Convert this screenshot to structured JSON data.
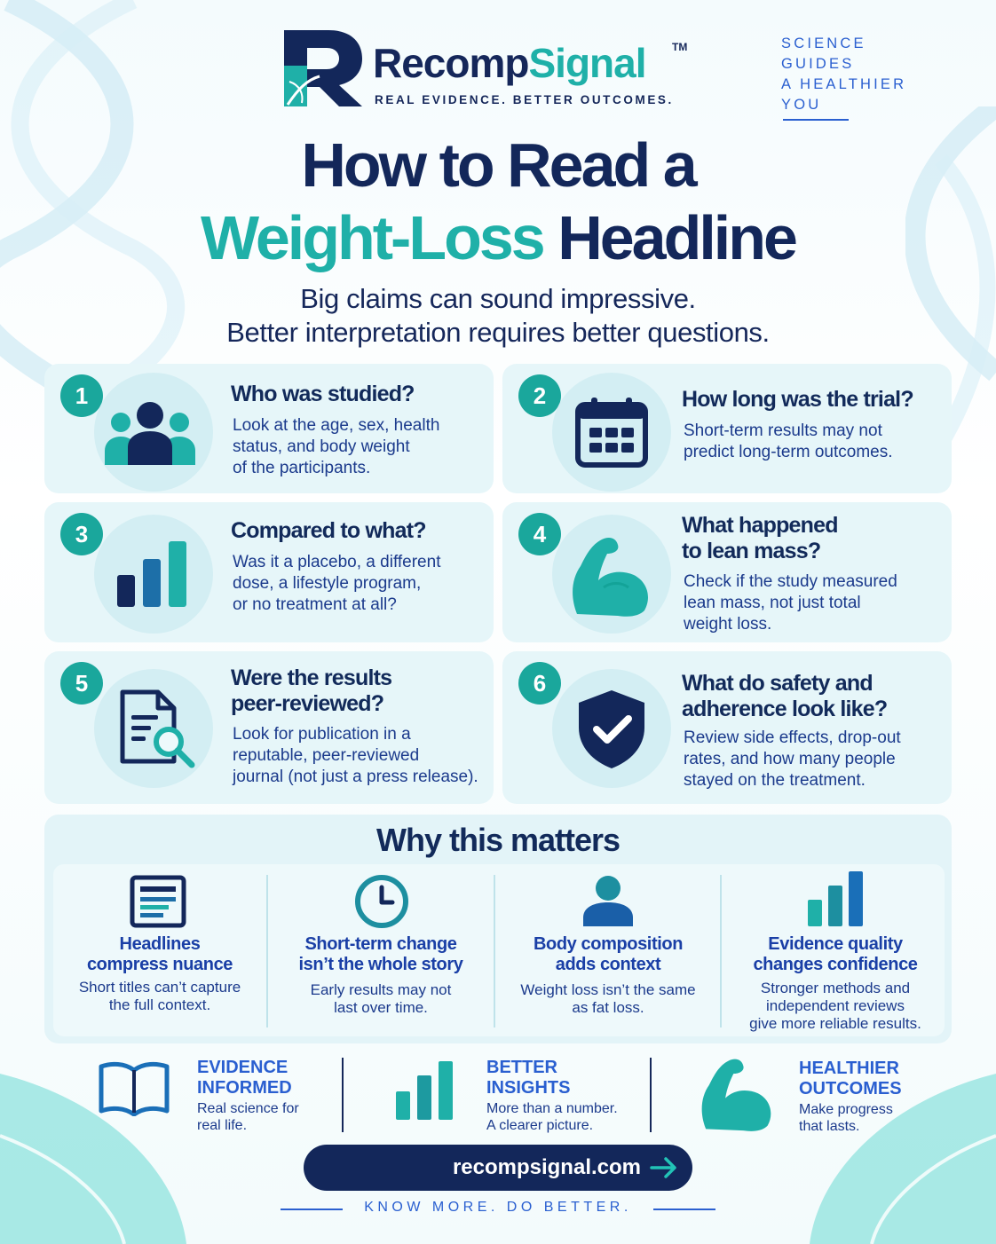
{
  "header": {
    "brand_part1": "Recomp",
    "brand_part2": "Signal",
    "trademark": "TM",
    "tagline": "REAL EVIDENCE. BETTER OUTCOMES.",
    "side_note": [
      "SCIENCE",
      "GUIDES",
      "A HEALTHIER",
      "YOU"
    ]
  },
  "title": {
    "line1": "How to Read a",
    "line2_highlight": "Weight-Loss",
    "line2_rest": "Headline"
  },
  "subtitle": {
    "line1": "Big claims can sound impressive.",
    "line2": "Better interpretation requires better questions."
  },
  "questions": [
    {
      "number": "1",
      "icon": "people-icon",
      "title": [
        "Who was studied?"
      ],
      "body": [
        "Look at the age, sex, health",
        "status, and body weight",
        "of the participants."
      ]
    },
    {
      "number": "2",
      "icon": "calendar-icon",
      "title": [
        "How long was the trial?"
      ],
      "body": [
        "Short-term results may not",
        "predict long-term outcomes."
      ]
    },
    {
      "number": "3",
      "icon": "bar-chart-icon",
      "title": [
        "Compared to what?"
      ],
      "body": [
        "Was it a placebo, a different",
        "dose, a lifestyle program,",
        "or no treatment at all?"
      ]
    },
    {
      "number": "4",
      "icon": "flexed-arm-icon",
      "title": [
        "What happened",
        "to lean mass?"
      ],
      "body": [
        "Check if the study measured",
        "lean mass, not just total",
        "weight loss."
      ]
    },
    {
      "number": "5",
      "icon": "document-search-icon",
      "title": [
        "Were the results",
        "peer-reviewed?"
      ],
      "body": [
        "Look for publication in a",
        "reputable, peer-reviewed",
        "journal (not just a press release)."
      ]
    },
    {
      "number": "6",
      "icon": "shield-check-icon",
      "title": [
        "What do safety and",
        "adherence look like?"
      ],
      "body": [
        "Review side effects, drop-out",
        "rates, and how many people",
        "stayed on the treatment."
      ]
    }
  ],
  "why": {
    "title": "Why this matters",
    "items": [
      {
        "icon": "document-icon",
        "head": [
          "Headlines",
          "compress nuance"
        ],
        "body": [
          "Short titles can’t capture",
          "the full context."
        ]
      },
      {
        "icon": "clock-icon",
        "head": [
          "Short-term change",
          "isn’t the whole story"
        ],
        "body": [
          "Early results may not",
          "last over time."
        ]
      },
      {
        "icon": "person-icon",
        "head": [
          "Body composition",
          "adds context"
        ],
        "body": [
          "Weight loss isn’t the same",
          "as fat loss."
        ]
      },
      {
        "icon": "bar-chart-icon",
        "head": [
          "Evidence quality",
          "changes confidence"
        ],
        "body": [
          "Stronger methods and",
          "independent reviews",
          "give more reliable results."
        ]
      }
    ]
  },
  "pillars": [
    {
      "icon": "open-book-icon",
      "head": [
        "EVIDENCE",
        "INFORMED"
      ],
      "body": [
        "Real science for",
        "real life."
      ]
    },
    {
      "icon": "bar-chart-icon",
      "head": [
        "BETTER",
        "INSIGHTS"
      ],
      "body": [
        "More than a number.",
        "A clearer picture."
      ]
    },
    {
      "icon": "flexed-arm-icon",
      "head": [
        "HEALTHIER",
        "OUTCOMES"
      ],
      "body": [
        "Make progress",
        "that lasts."
      ]
    }
  ],
  "footer": {
    "url": "recompsignal.com",
    "motto": "KNOW MORE. DO BETTER."
  },
  "colors": {
    "navy": "#13275a",
    "teal": "#1fb0a8",
    "blue": "#2a5fd0",
    "card": "#e6f6f9"
  }
}
